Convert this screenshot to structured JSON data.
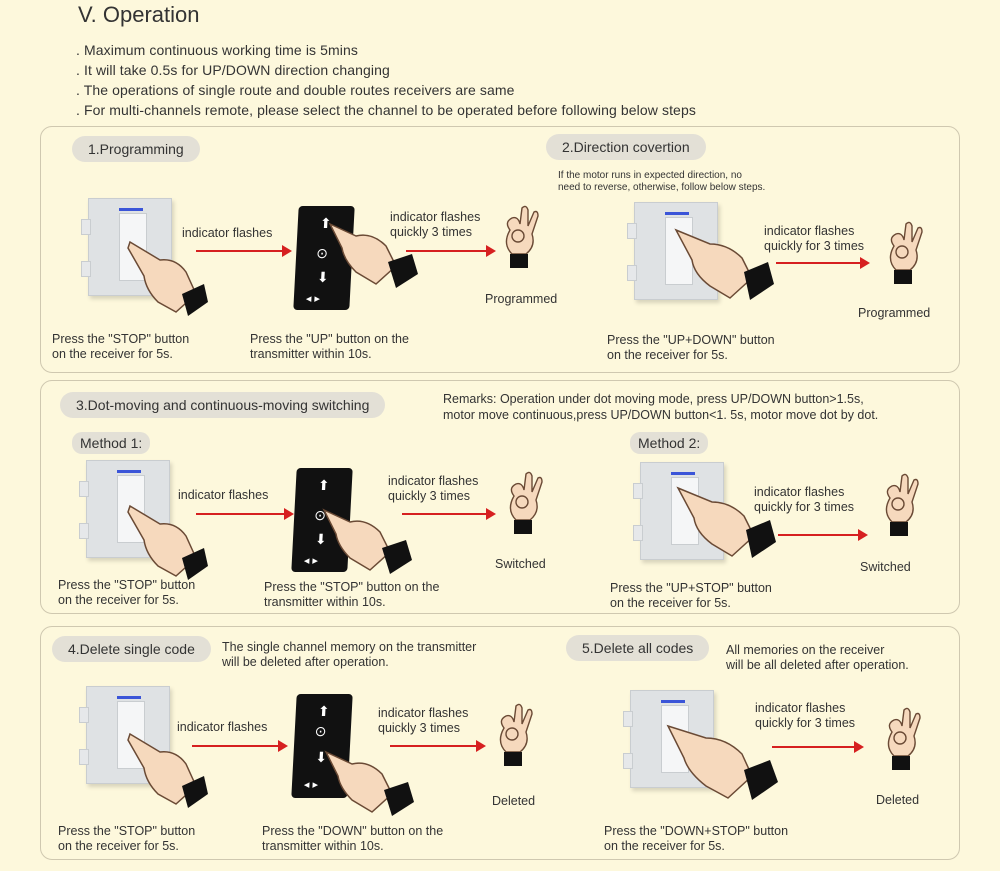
{
  "title": "V. Operation",
  "notes": [
    ". Maximum continuous working time is 5mins",
    ". It will take 0.5s for UP/DOWN direction changing",
    ". The operations of single route and double routes receivers are same",
    ". For multi-channels remote, please select the channel to be operated before following below steps"
  ],
  "section1": {
    "label": "1.Programming",
    "indicator_flashes": "indicator flashes",
    "indicator_flashes_3_line1": "indicator flashes",
    "indicator_flashes_3_line2": "quickly 3 times",
    "result": "Programmed",
    "caption1_line1": "Press the \"STOP\" button",
    "caption1_line2": "on the receiver for 5s.",
    "caption2_line1": "Press the \"UP\" button on the",
    "caption2_line2": "transmitter within 10s."
  },
  "section2": {
    "label": "2.Direction covertion",
    "desc_line1": "If the motor runs in expected direction, no",
    "desc_line2": "need to reverse, otherwise, follow below steps.",
    "flashes_line1": "indicator flashes",
    "flashes_line2": "quickly for 3 times",
    "result": "Programmed",
    "caption_line1": "Press the \"UP+DOWN\" button",
    "caption_line2": "on the receiver for 5s."
  },
  "section3": {
    "label": "3.Dot-moving and continuous-moving switching",
    "remarks_line1": "Remarks: Operation under dot moving mode, press UP/DOWN button>1.5s,",
    "remarks_line2": "motor move continuous,press UP/DOWN button<1. 5s, motor move dot by dot.",
    "method1": "Method 1:",
    "method2": "Method 2:",
    "indicator_flashes": "indicator flashes",
    "m1_flashes_line1": "indicator flashes",
    "m1_flashes_line2": "quickly 3 times",
    "m1_result": "Switched",
    "m1_caption1_line1": "Press the \"STOP\" button",
    "m1_caption1_line2": "on the receiver for 5s.",
    "m1_caption2_line1": "Press the \"STOP\" button on the",
    "m1_caption2_line2": "transmitter within 10s.",
    "m2_flashes_line1": "indicator flashes",
    "m2_flashes_line2": "quickly for 3 times",
    "m2_result": "Switched",
    "m2_caption_line1": "Press the \"UP+STOP\" button",
    "m2_caption_line2": "on the receiver for 5s."
  },
  "section4": {
    "label": "4.Delete single code",
    "desc_line1": "The single channel memory on the transmitter",
    "desc_line2": "will be deleted after operation.",
    "indicator_flashes": "indicator flashes",
    "flashes_line1": "indicator flashes",
    "flashes_line2": "quickly 3 times",
    "result": "Deleted",
    "caption1_line1": "Press the \"STOP\" button",
    "caption1_line2": "on the receiver for 5s.",
    "caption2_line1": "Press the \"DOWN\" button on the",
    "caption2_line2": "transmitter within 10s."
  },
  "section5": {
    "label": "5.Delete all codes",
    "desc_line1": "All memories on the receiver",
    "desc_line2": "will be all deleted after operation.",
    "flashes_line1": "indicator flashes",
    "flashes_line2": "quickly for 3 times",
    "result": "Deleted",
    "caption_line1": "Press the \"DOWN+STOP\" button",
    "caption_line2": "on the receiver for 5s."
  },
  "colors": {
    "background": "#fdf8dc",
    "arrow": "#d62020",
    "pill": "#e3e0d6",
    "led": "#3b55d8"
  }
}
